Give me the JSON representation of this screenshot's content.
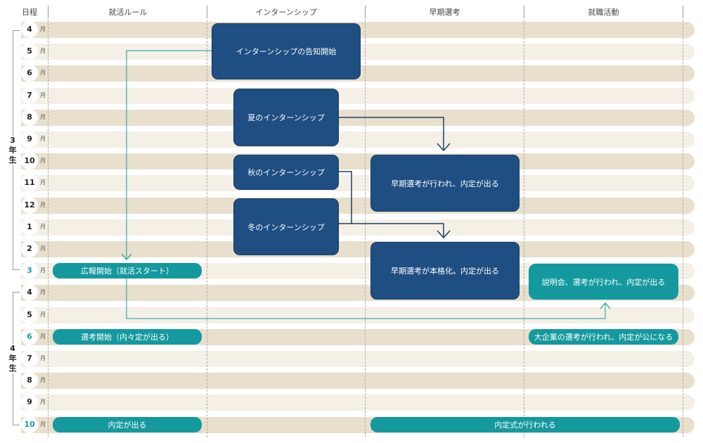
{
  "header": {
    "schedule": "日程",
    "columns": [
      "就活ルール",
      "インターンシップ",
      "早期選考",
      "就職活動"
    ]
  },
  "years": {
    "third": [
      "3",
      "年",
      "生"
    ],
    "fourth": [
      "4",
      "年",
      "生"
    ]
  },
  "month_suffix": "月",
  "months": [
    "4",
    "5",
    "6",
    "7",
    "8",
    "9",
    "10",
    "11",
    "12",
    "1",
    "2",
    "3",
    "4",
    "5",
    "6",
    "7",
    "8",
    "9",
    "10"
  ],
  "highlighted_months": [
    11,
    14,
    18
  ],
  "internship": {
    "announce": "インターンシップの告知開始",
    "summer": "夏のインターンシップ",
    "autumn": "秋のインターンシップ",
    "winter": "冬のインターンシップ"
  },
  "early": {
    "first": "早期選考が行われ、内定が出る",
    "second": "早期選考が本格化。内定が出る"
  },
  "rules": {
    "pr_start": "広報開始（就活スタート）",
    "selection_start": "選考開始（内々定が出る）",
    "offer": "内定が出る"
  },
  "job": {
    "briefing": "説明会、選考が行われ、内定が出る",
    "big_corp": "大企業の選考が行われ、内定が公になる"
  },
  "ceremony": "内定式が行われる",
  "colors": {
    "navy": "#1f4e82",
    "teal": "#14999e",
    "band_dark": "#e8e0cc",
    "band_light": "#f4f0e6"
  }
}
